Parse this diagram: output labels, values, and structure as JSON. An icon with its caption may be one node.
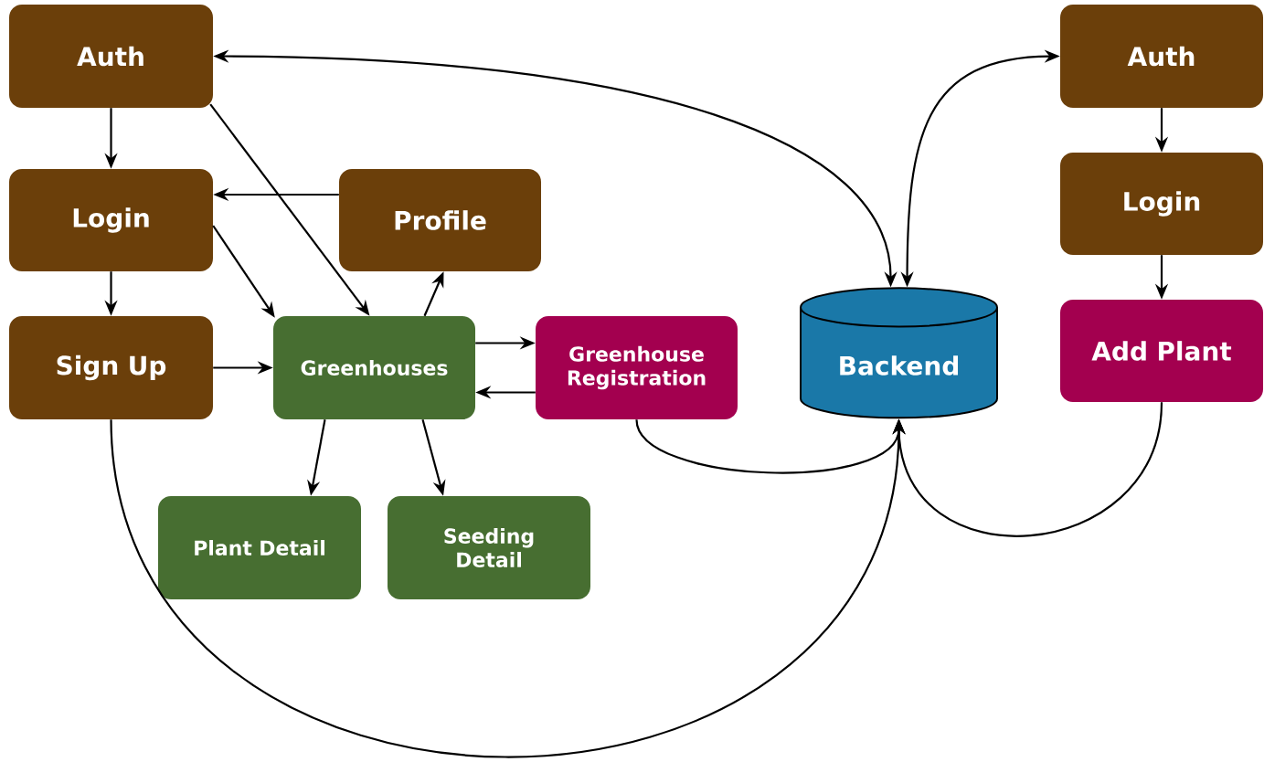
{
  "diagram": {
    "nodes": [
      {
        "text": [
          "Auth"
        ]
      },
      {
        "text": [
          "Login"
        ]
      },
      {
        "text": [
          "Profile"
        ]
      },
      {
        "text": [
          "Sign Up"
        ]
      },
      {
        "text": [
          "Greenhouses"
        ]
      },
      {
        "text": [
          "Greenhouse Registration"
        ]
      },
      {
        "text": [
          "Backend"
        ]
      },
      {
        "text": [
          "Auth"
        ]
      },
      {
        "text": [
          "Login"
        ]
      },
      {
        "text": [
          "Add Plant"
        ]
      },
      {
        "text": [
          "Plant Detail"
        ]
      },
      {
        "text": [
          "Seeding Detail"
        ]
      }
    ],
    "edges": [
      {
        "from": 0,
        "to": 1,
        "arrow": "to"
      },
      {
        "from": 0,
        "to": 4,
        "arrow": "to"
      },
      {
        "from": 6,
        "to": 0,
        "arrow": "both"
      },
      {
        "from": 2,
        "to": 1,
        "arrow": "to"
      },
      {
        "from": 1,
        "to": 4,
        "arrow": "to"
      },
      {
        "from": 1,
        "to": 3,
        "arrow": "to"
      },
      {
        "from": 3,
        "to": 4,
        "arrow": "to"
      },
      {
        "from": 4,
        "to": 2,
        "arrow": "to"
      },
      {
        "from": 4,
        "to": 5,
        "arrow": "to"
      },
      {
        "from": 5,
        "to": 4,
        "arrow": "to"
      },
      {
        "from": 4,
        "to": 10,
        "arrow": "to"
      },
      {
        "from": 4,
        "to": 11,
        "arrow": "to"
      },
      {
        "from": 5,
        "to": 6,
        "arrow": "to"
      },
      {
        "from": 3,
        "to": 6,
        "arrow": "to"
      },
      {
        "from": 6,
        "to": 7,
        "arrow": "both"
      },
      {
        "from": 7,
        "to": 8,
        "arrow": "to"
      },
      {
        "from": 8,
        "to": 9,
        "arrow": "to"
      },
      {
        "from": 9,
        "to": 6,
        "arrow": "to"
      }
    ]
  }
}
